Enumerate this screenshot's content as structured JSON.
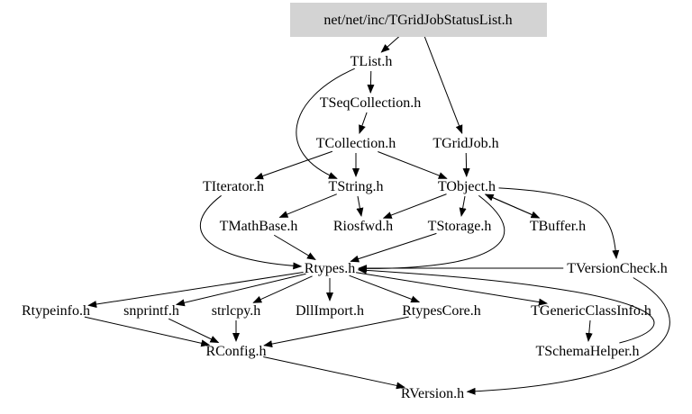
{
  "graph": {
    "root": "net/net/inc/TGridJobStatusList.h",
    "colors": {
      "root_fill": "#d3d3d3",
      "edge": "#000000",
      "text": "#000000"
    },
    "nodes": [
      {
        "id": "root",
        "label": "net/net/inc/TGridJobStatusList.h"
      },
      {
        "id": "TList",
        "label": "TList.h"
      },
      {
        "id": "TSeqCollection",
        "label": "TSeqCollection.h"
      },
      {
        "id": "TCollection",
        "label": "TCollection.h"
      },
      {
        "id": "TGridJob",
        "label": "TGridJob.h"
      },
      {
        "id": "TIterator",
        "label": "TIterator.h"
      },
      {
        "id": "TString",
        "label": "TString.h"
      },
      {
        "id": "TObject",
        "label": "TObject.h"
      },
      {
        "id": "TMathBase",
        "label": "TMathBase.h"
      },
      {
        "id": "Riosfwd",
        "label": "Riosfwd.h"
      },
      {
        "id": "TStorage",
        "label": "TStorage.h"
      },
      {
        "id": "TBuffer",
        "label": "TBuffer.h"
      },
      {
        "id": "TVersionCheck",
        "label": "TVersionCheck.h"
      },
      {
        "id": "Rtypes",
        "label": "Rtypes.h"
      },
      {
        "id": "Rtypeinfo",
        "label": "Rtypeinfo.h"
      },
      {
        "id": "snprintf",
        "label": "snprintf.h"
      },
      {
        "id": "strlcpy",
        "label": "strlcpy.h"
      },
      {
        "id": "DllImport",
        "label": "DllImport.h"
      },
      {
        "id": "RtypesCore",
        "label": "RtypesCore.h"
      },
      {
        "id": "TGenericClassInfo",
        "label": "TGenericClassInfo.h"
      },
      {
        "id": "TSchemaHelper",
        "label": "TSchemaHelper.h"
      },
      {
        "id": "RConfig",
        "label": "RConfig.h"
      },
      {
        "id": "RVersion",
        "label": "RVersion.h"
      }
    ],
    "edges": [
      [
        "root",
        "TList"
      ],
      [
        "root",
        "TGridJob"
      ],
      [
        "TList",
        "TSeqCollection"
      ],
      [
        "TList",
        "TString"
      ],
      [
        "TSeqCollection",
        "TCollection"
      ],
      [
        "TCollection",
        "TIterator"
      ],
      [
        "TCollection",
        "TString"
      ],
      [
        "TCollection",
        "TObject"
      ],
      [
        "TGridJob",
        "TObject"
      ],
      [
        "TString",
        "TMathBase"
      ],
      [
        "TString",
        "Riosfwd"
      ],
      [
        "TObject",
        "Riosfwd"
      ],
      [
        "TObject",
        "TStorage"
      ],
      [
        "TObject",
        "TBuffer"
      ],
      [
        "TBuffer",
        "TObject"
      ],
      [
        "TObject",
        "TVersionCheck"
      ],
      [
        "TObject",
        "Rtypes"
      ],
      [
        "TIterator",
        "Rtypes"
      ],
      [
        "TMathBase",
        "Rtypes"
      ],
      [
        "TStorage",
        "Rtypes"
      ],
      [
        "TVersionCheck",
        "Rtypes"
      ],
      [
        "Rtypes",
        "Rtypeinfo"
      ],
      [
        "Rtypes",
        "snprintf"
      ],
      [
        "Rtypes",
        "strlcpy"
      ],
      [
        "Rtypes",
        "DllImport"
      ],
      [
        "Rtypes",
        "RtypesCore"
      ],
      [
        "Rtypes",
        "TGenericClassInfo"
      ],
      [
        "TSchemaHelper",
        "Rtypes"
      ],
      [
        "TGenericClassInfo",
        "TSchemaHelper"
      ],
      [
        "TVersionCheck",
        "RVersion"
      ],
      [
        "Rtypeinfo",
        "RConfig"
      ],
      [
        "snprintf",
        "RConfig"
      ],
      [
        "strlcpy",
        "RConfig"
      ],
      [
        "RtypesCore",
        "RConfig"
      ],
      [
        "RConfig",
        "RVersion"
      ]
    ]
  }
}
